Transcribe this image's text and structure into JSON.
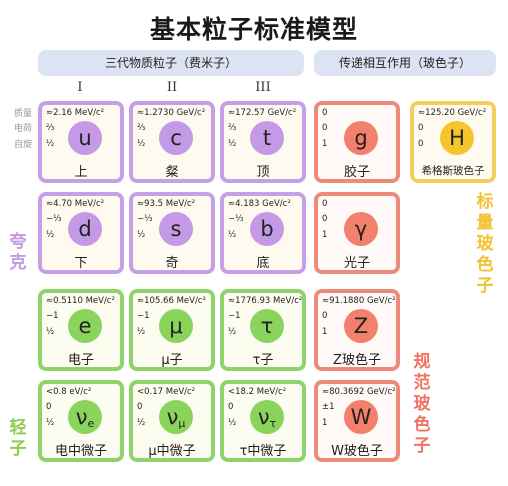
{
  "title": "基本粒子标准模型",
  "headers": {
    "fermions": "三代物质粒子（费米子）",
    "bosons": "传递相互作用（玻色子）"
  },
  "generations": [
    "I",
    "II",
    "III"
  ],
  "row_labels": {
    "mass": "质量",
    "charge": "电荷",
    "spin": "自旋"
  },
  "group_labels": {
    "quarks": [
      "夸",
      "克"
    ],
    "leptons": [
      "轻",
      "子"
    ],
    "gauge": [
      "规",
      "范",
      "玻",
      "色",
      "子"
    ],
    "scalar": [
      "标",
      "量",
      "玻",
      "色",
      "子"
    ]
  },
  "colors": {
    "quark": "#c49ae6",
    "lepton": "#8ad45c",
    "gauge": "#f3806c",
    "scalar": "#f6c52e",
    "quark_label": "#c29ae2",
    "lepton_label": "#8dcc4e",
    "gauge_label": "#ef7466",
    "scalar_label": "#f1c232"
  },
  "particles": {
    "u": {
      "mass": "≈2.16 MeV/c²",
      "charge": "⅔",
      "spin": "½",
      "symbol": "u",
      "name": "上"
    },
    "c": {
      "mass": "≈1.2730 GeV/c²",
      "charge": "⅔",
      "spin": "½",
      "symbol": "c",
      "name": "粲"
    },
    "t": {
      "mass": "≈172.57 GeV/c²",
      "charge": "⅔",
      "spin": "½",
      "symbol": "t",
      "name": "顶"
    },
    "g": {
      "mass": "0",
      "charge": "0",
      "spin": "1",
      "symbol": "g",
      "name": "胶子"
    },
    "H": {
      "mass": "≈125.20 GeV/c²",
      "charge": "0",
      "spin": "0",
      "symbol": "H",
      "name": "希格斯玻色子"
    },
    "d": {
      "mass": "≈4.70 MeV/c²",
      "charge": "−⅓",
      "spin": "½",
      "symbol": "d",
      "name": "下"
    },
    "s": {
      "mass": "≈93.5 MeV/c²",
      "charge": "−⅓",
      "spin": "½",
      "symbol": "s",
      "name": "奇"
    },
    "b": {
      "mass": "≈4.183 GeV/c²",
      "charge": "−⅓",
      "spin": "½",
      "symbol": "b",
      "name": "底"
    },
    "gamma": {
      "mass": "0",
      "charge": "0",
      "spin": "1",
      "symbol": "γ",
      "name": "光子"
    },
    "e": {
      "mass": "≈0.5110 MeV/c²",
      "charge": "−1",
      "spin": "½",
      "symbol": "e",
      "name": "电子"
    },
    "mu": {
      "mass": "≈105.66 MeV/c²",
      "charge": "−1",
      "spin": "½",
      "symbol": "μ",
      "name": "μ子"
    },
    "tau": {
      "mass": "≈1776.93 MeV/c²",
      "charge": "−1",
      "spin": "½",
      "symbol": "τ",
      "name": "τ子"
    },
    "Z": {
      "mass": "≈91.1880 GeV/c²",
      "charge": "0",
      "spin": "1",
      "symbol": "Z",
      "name": "Z玻色子"
    },
    "nue": {
      "mass": "<0.8 eV/c²",
      "charge": "0",
      "spin": "½",
      "symbol": "ν",
      "sub": "e",
      "name": "电中微子"
    },
    "numu": {
      "mass": "<0.17 MeV/c²",
      "charge": "0",
      "spin": "½",
      "symbol": "ν",
      "sub": "μ",
      "name": "μ中微子"
    },
    "nutau": {
      "mass": "<18.2 MeV/c²",
      "charge": "0",
      "spin": "½",
      "symbol": "ν",
      "sub": "τ",
      "name": "τ中微子"
    },
    "W": {
      "mass": "≈80.3692 GeV/c²",
      "charge": "±1",
      "spin": "1",
      "symbol": "W",
      "name": "W玻色子"
    }
  }
}
